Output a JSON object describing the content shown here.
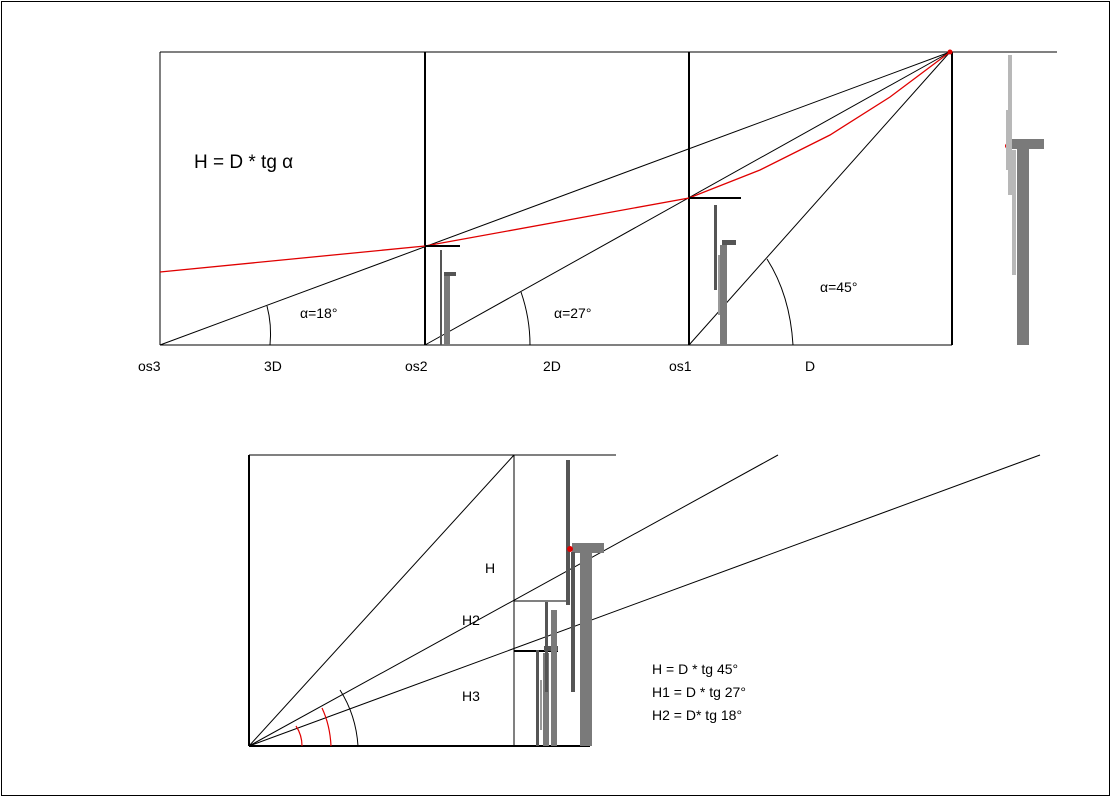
{
  "top": {
    "formula": "H = D * tg α",
    "angles": [
      "α=18°",
      "α=27°",
      "α=45°"
    ],
    "axis_labels": [
      "os3",
      "3D",
      "os2",
      "2D",
      "os1",
      "D"
    ]
  },
  "bottom": {
    "height_labels": [
      "H",
      "H2",
      "H3"
    ],
    "formulas": [
      "H = D * tg 45°",
      "H1 = D * tg 27°",
      "H2 = D* tg 18°"
    ]
  },
  "colors": {
    "line": "#000000",
    "red": "#e00000",
    "turbine": "#7a7a7a",
    "turbine_dark": "#555555",
    "blade_light": "#b8b8b8"
  }
}
